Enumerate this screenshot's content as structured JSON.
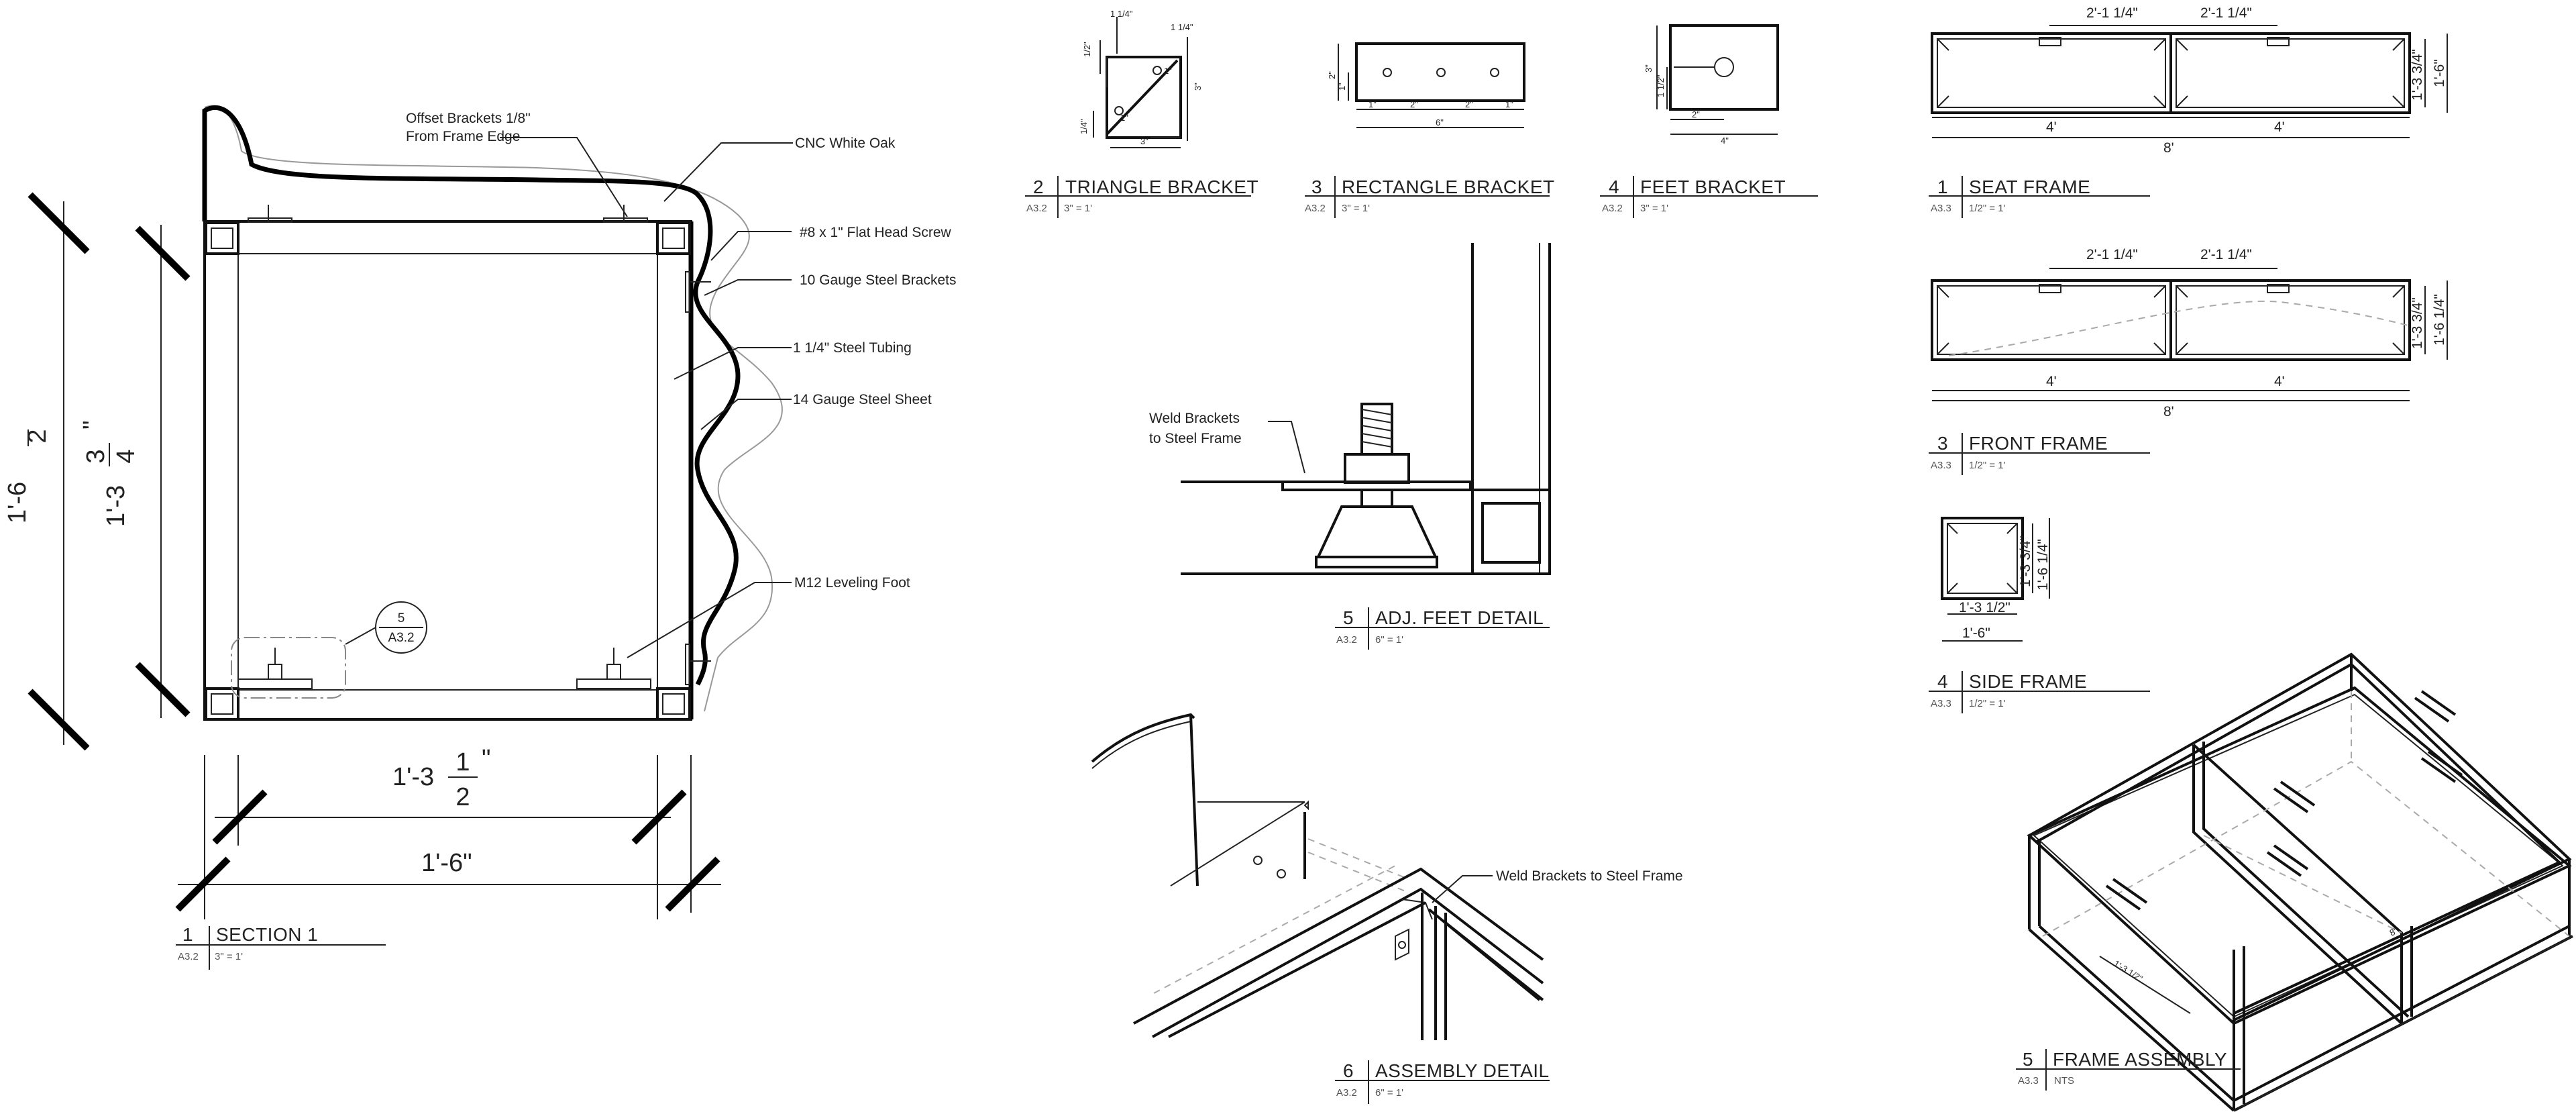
{
  "section1": {
    "number": "1",
    "title": "SECTION 1",
    "sheet": "A3.2",
    "scale": "3\" = 1'",
    "callouts": {
      "offset_brackets_line1": "Offset Brackets 1/8\"",
      "offset_brackets_line2": "From Frame Edge",
      "cnc_white_oak": "CNC White Oak",
      "flat_head_screw": "#8 x 1\" Flat Head Screw",
      "gauge_brackets": "10 Gauge Steel Brackets",
      "steel_tubing": "1 1/4\" Steel Tubing",
      "steel_sheet": "14 Gauge Steel Sheet",
      "leveling_foot": "M12 Leveling Foot"
    },
    "detail_bubble": {
      "number": "5",
      "sheet": "A3.2"
    },
    "dims": {
      "outer_height_whole": "1'-6",
      "outer_height_frac": "2",
      "inner_height_whole": "1'-3",
      "inner_height_num": "3",
      "inner_height_den": "4",
      "inner_height_inch": "\"",
      "inner_width_whole": "1'-3",
      "inner_width_num": "1",
      "inner_width_den": "2",
      "inner_width_inch": "\"",
      "outer_width": "1'-6\""
    }
  },
  "triangle_bracket": {
    "number": "2",
    "title": "TRIANGLE BRACKET",
    "sheet": "A3.2",
    "scale": "3\" = 1'",
    "dims": [
      "1 1/4\"",
      "1/2\"",
      "1 1/4\"",
      "3\"",
      "1\"",
      "1\"",
      "1/4\"",
      "3\""
    ]
  },
  "rectangle_bracket": {
    "number": "3",
    "title": "RECTANGLE BRACKET",
    "sheet": "A3.2",
    "scale": "3\" = 1'",
    "dims": [
      "2\"",
      "1\"",
      "1\"",
      "2\"",
      "2\"",
      "1\"",
      "6\""
    ]
  },
  "feet_bracket": {
    "number": "4",
    "title": "FEET BRACKET",
    "sheet": "A3.2",
    "scale": "3\" = 1'",
    "dims": [
      "3\"",
      "1 1/2\"",
      "2\"",
      "4\""
    ]
  },
  "adj_feet_detail": {
    "number": "5",
    "title": "ADJ. FEET DETAIL",
    "sheet": "A3.2",
    "scale": "6\" = 1'",
    "callout_line1": "Weld Brackets",
    "callout_line2": "to Steel Frame"
  },
  "assembly_detail": {
    "number": "6",
    "title": "ASSEMBLY DETAIL",
    "sheet": "A3.2",
    "scale": "6\" = 1'",
    "callout": "Weld Brackets to Steel Frame"
  },
  "seat_frame": {
    "number": "1",
    "title": "SEAT FRAME",
    "sheet": "A3.3",
    "scale": "1/2\" = 1'",
    "dims": {
      "top_left": "2'-1 1/4\"",
      "top_right": "2'-1 1/4\"",
      "left_bay": "4'",
      "right_bay": "4'",
      "overall": "8'",
      "inner_h": "1'-3 3/4\"",
      "outer_h": "1'-6\""
    }
  },
  "front_frame": {
    "number": "3",
    "title": "FRONT FRAME",
    "sheet": "A3.3",
    "scale": "1/2\" = 1'",
    "dims": {
      "top_left": "2'-1 1/4\"",
      "top_right": "2'-1 1/4\"",
      "left_bay": "4'",
      "right_bay": "4'",
      "overall": "8'",
      "inner_h": "1'-3 3/4\"",
      "outer_h": "1'-6 1/4\""
    }
  },
  "side_frame": {
    "number": "4",
    "title": "SIDE FRAME",
    "sheet": "A3.3",
    "scale": "1/2\" = 1'",
    "dims": {
      "inner_w": "1'-3 1/2\"",
      "outer_w": "1'-6\"",
      "inner_h": "1'-3 3/4\"",
      "outer_h": "1'-6 1/4\""
    }
  },
  "frame_assembly": {
    "number": "5",
    "title": "FRAME  ASSEMBLY",
    "sheet": "A3.3",
    "scale": "NTS",
    "dims": {
      "width": "1'-3 1/2\"",
      "length": "8'"
    }
  }
}
